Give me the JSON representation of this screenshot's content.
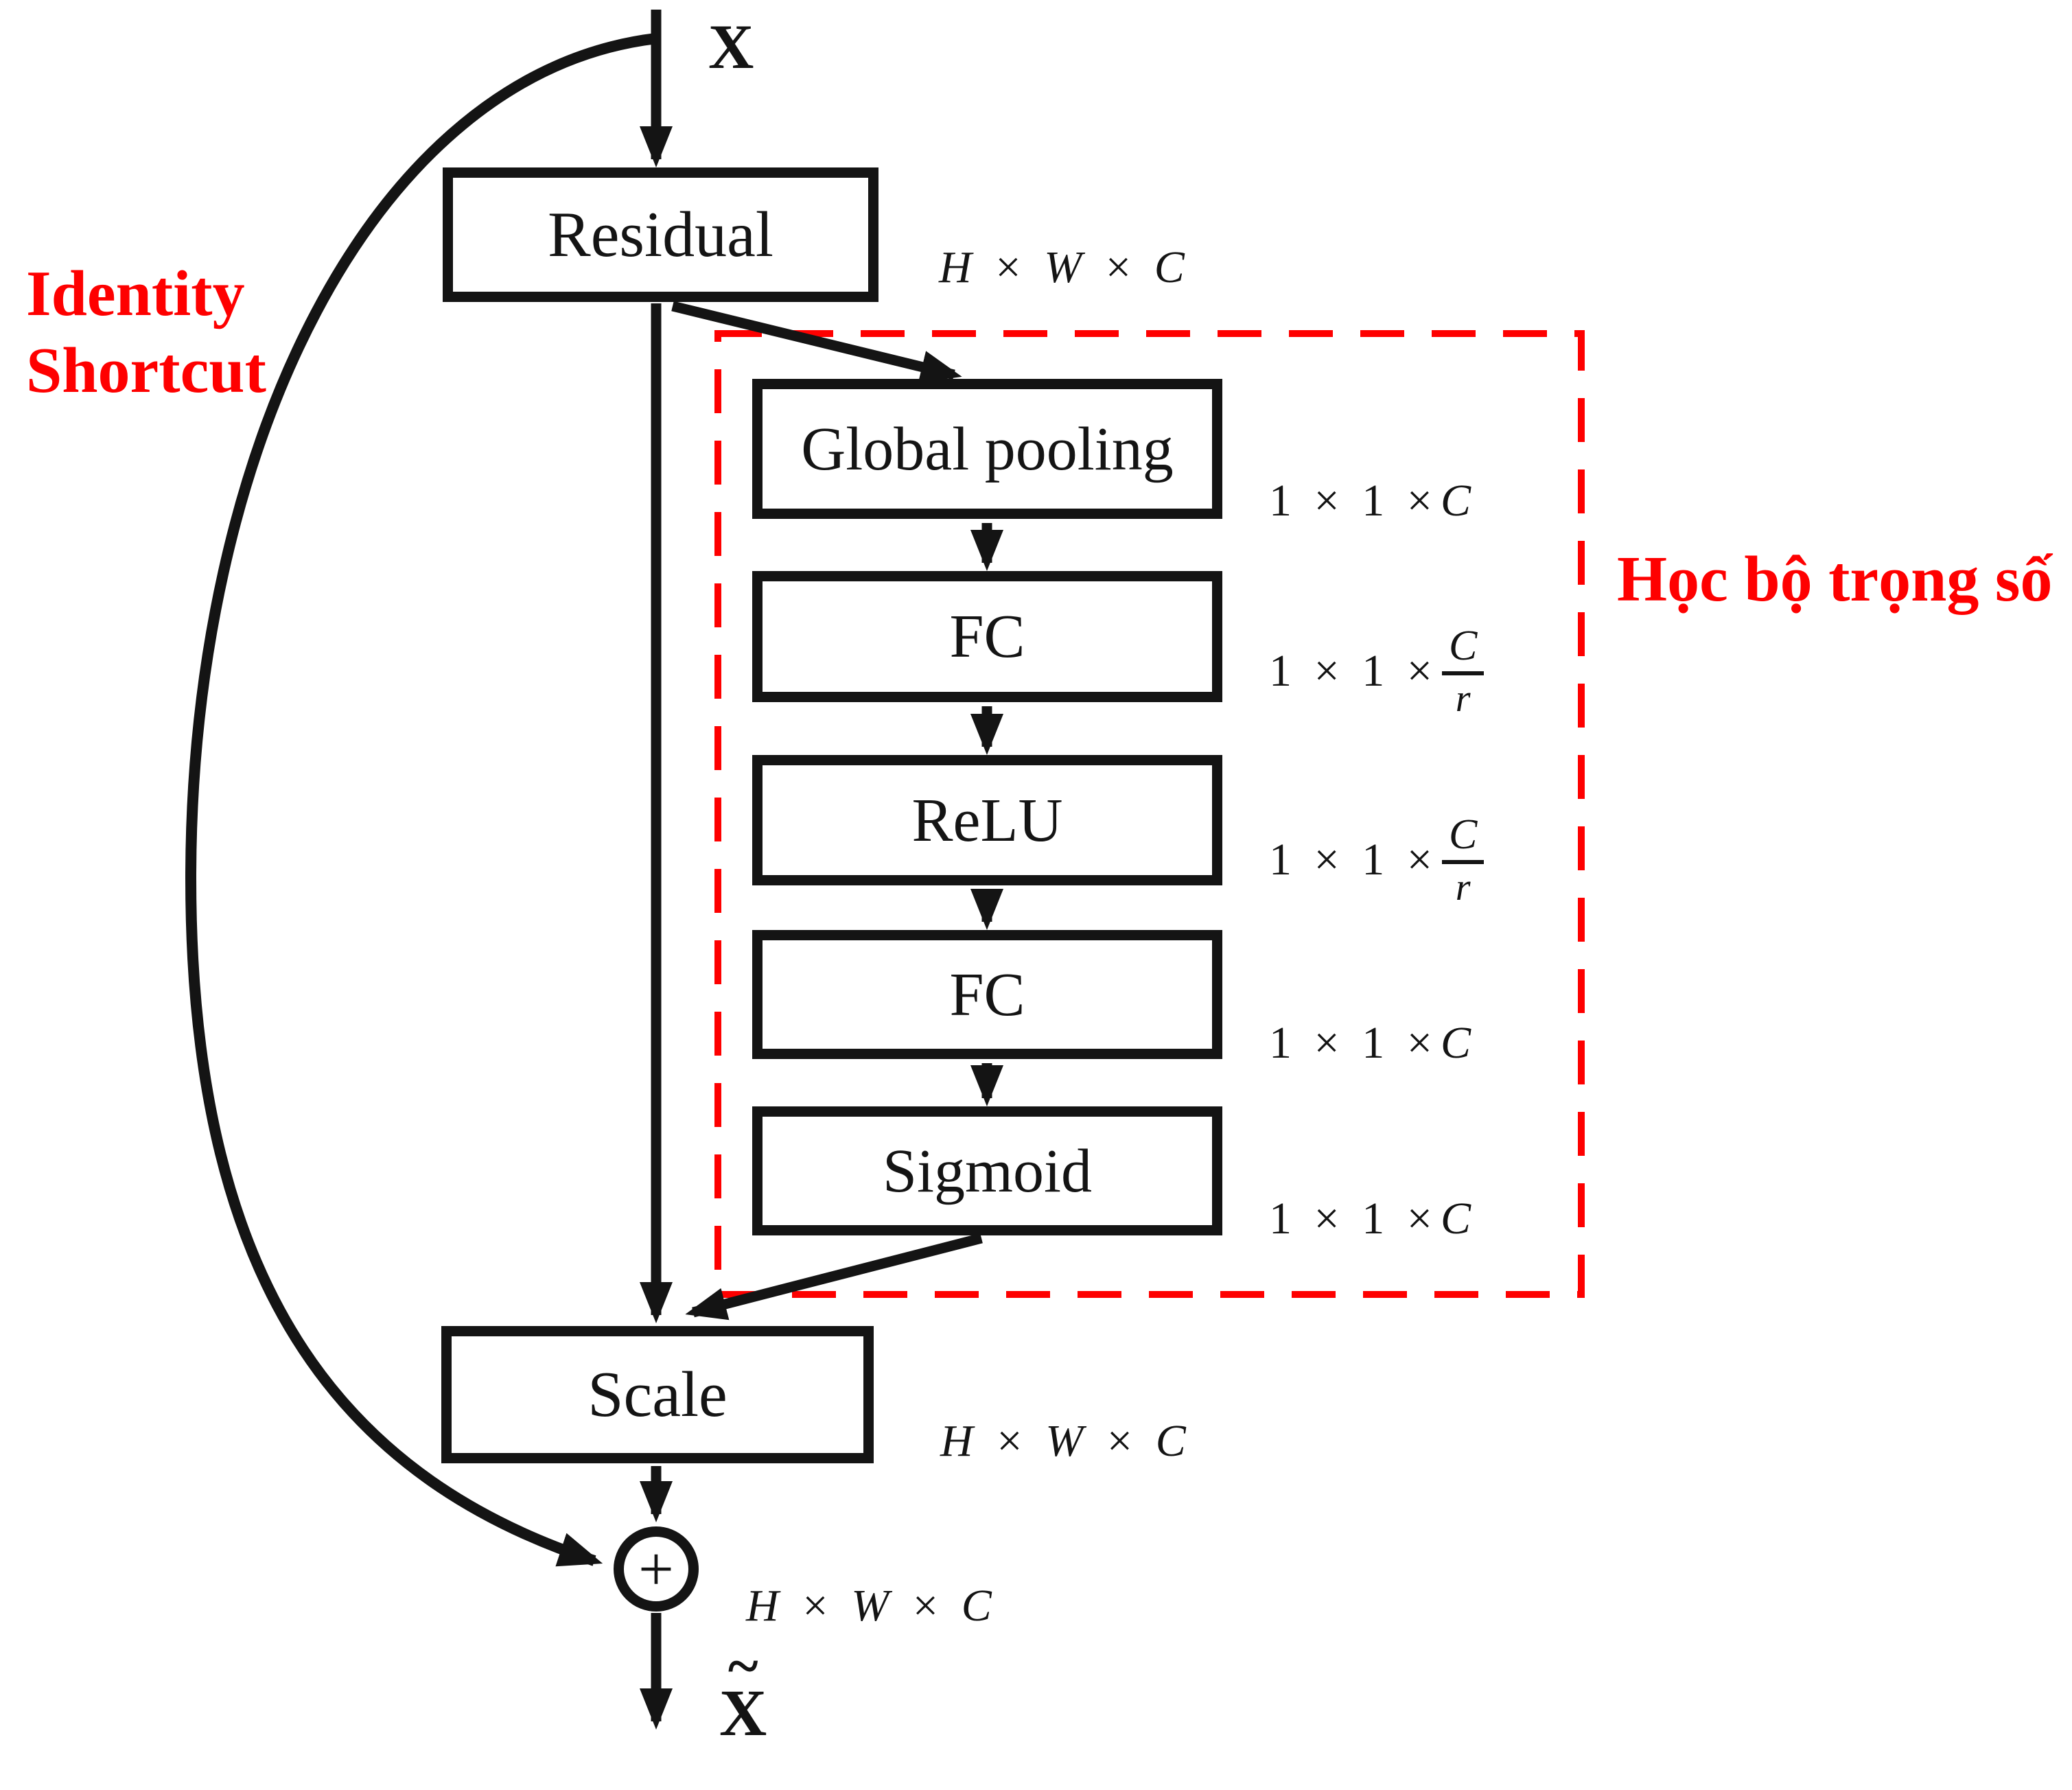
{
  "diagram": {
    "input_label": "X",
    "output_label": {
      "tilde": "~",
      "letter": "X"
    },
    "annotations": {
      "identity_shortcut": {
        "line1": "Identity",
        "line2": "Shortcut"
      },
      "weight_learning": "Học bộ trọng số"
    },
    "blocks": {
      "residual": "Residual",
      "global_pooling": "Global pooling",
      "fc1": "FC",
      "relu": "ReLU",
      "fc2": "FC",
      "sigmoid": "Sigmoid",
      "scale": "Scale"
    },
    "operator": {
      "plus": "+"
    },
    "dims": {
      "residual_out": "H × W × C",
      "global_pooling_out": {
        "prefix": "1 × 1 ×",
        "value": "C"
      },
      "fc1_out": {
        "prefix": "1 × 1 ×",
        "numerator": "C",
        "denominator": "r"
      },
      "relu_out": {
        "prefix": "1 × 1 ×",
        "numerator": "C",
        "denominator": "r"
      },
      "fc2_out": {
        "prefix": "1 × 1 ×",
        "value": "C"
      },
      "sigmoid_out": {
        "prefix": "1 × 1 ×",
        "value": "C"
      },
      "scale_out": "H × W × C",
      "sum_out": "H × W × C"
    },
    "colors": {
      "accent_red": "#fe0000",
      "ink": "#141414"
    }
  }
}
